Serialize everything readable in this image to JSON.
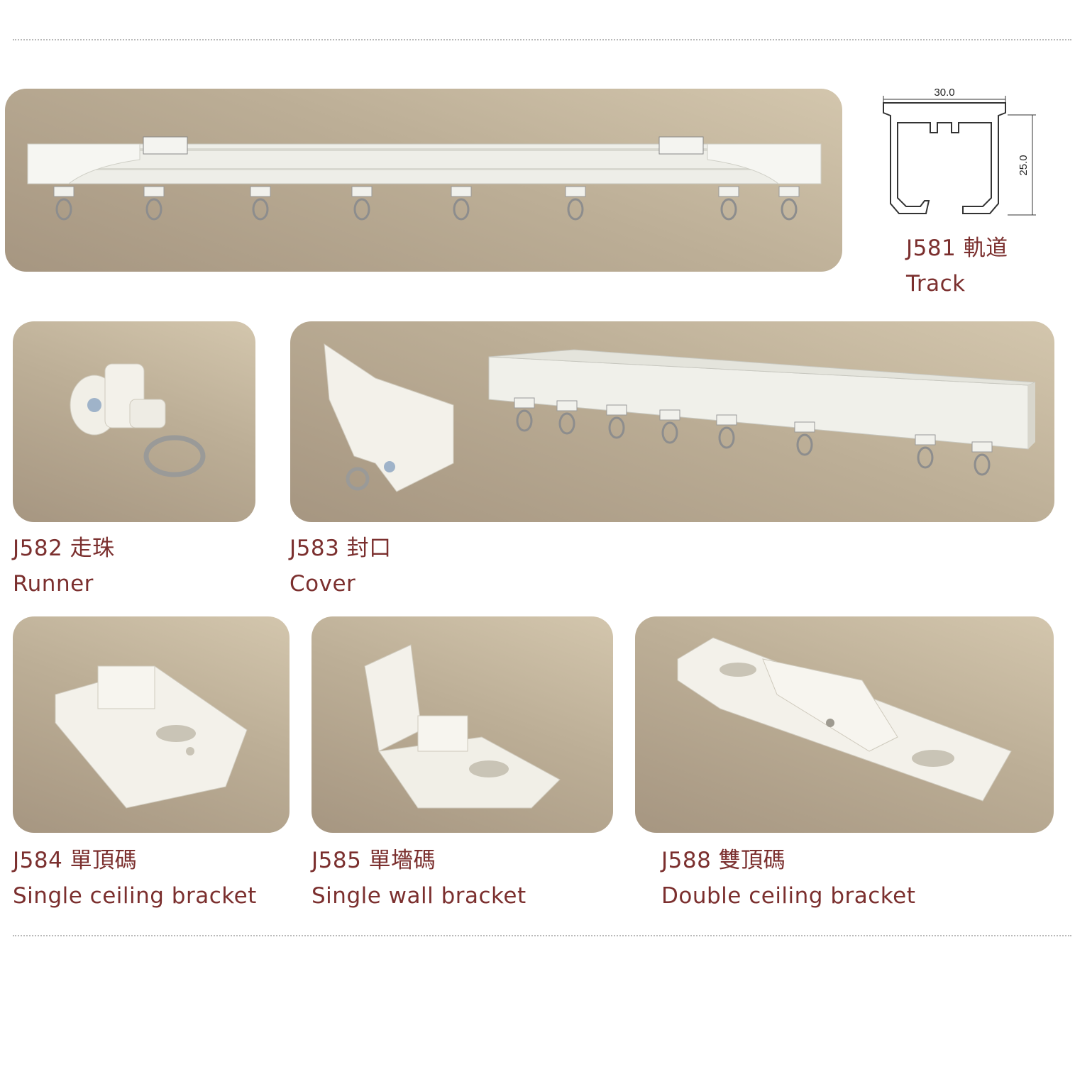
{
  "products": [
    {
      "code_zh": "J581 軌道",
      "name_en": "Track"
    },
    {
      "code_zh": "J582 走珠",
      "name_en": "Runner"
    },
    {
      "code_zh": "J583 封口",
      "name_en": "Cover"
    },
    {
      "code_zh": "J584  單頂碼",
      "name_en": "Single ceiling bracket"
    },
    {
      "code_zh": "J585  單墻碼",
      "name_en": "Single wall bracket"
    },
    {
      "code_zh": "J588 雙頂碼",
      "name_en": "Double ceiling bracket"
    }
  ],
  "track_profile": {
    "width_label": "30.0",
    "height_label": "25.0"
  },
  "colors": {
    "caption": "#7b2f2e",
    "panel_light": "#d3c6ad",
    "panel_dark": "#a69681"
  }
}
